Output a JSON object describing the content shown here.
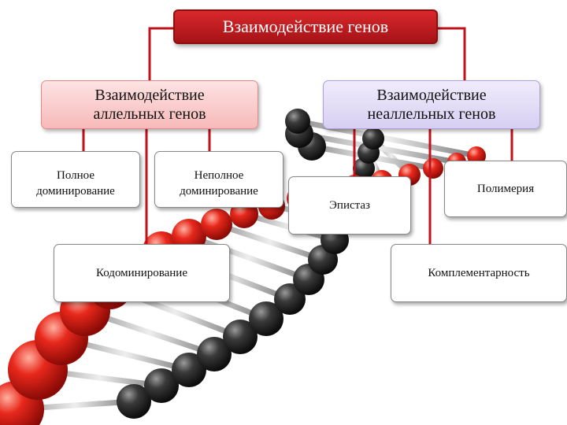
{
  "root": {
    "title": "Взаимодействие генов"
  },
  "allelic": {
    "line1": "Взаимодействие",
    "line2": "аллельных генов",
    "children": {
      "full_line1": "Полное",
      "full_line2": "доминирование",
      "incomplete_line1": "Неполное",
      "incomplete_line2": "доминирование",
      "codominance": "Кодоминирование"
    }
  },
  "nonallelic": {
    "line1": "Взаимодействие",
    "line2": "неаллельных генов",
    "children": {
      "epistasis": "Эпистаз",
      "polymery": "Полимерия",
      "complementarity": "Комплементарность"
    }
  },
  "colors": {
    "root_fill": "#c41d20",
    "allelic_fill": "#f9c9c9",
    "nonallelic_fill": "#ddd6f3",
    "connector": "#c0121a",
    "dna_red": "#e02020",
    "dna_dark": "#2a2a2a"
  }
}
